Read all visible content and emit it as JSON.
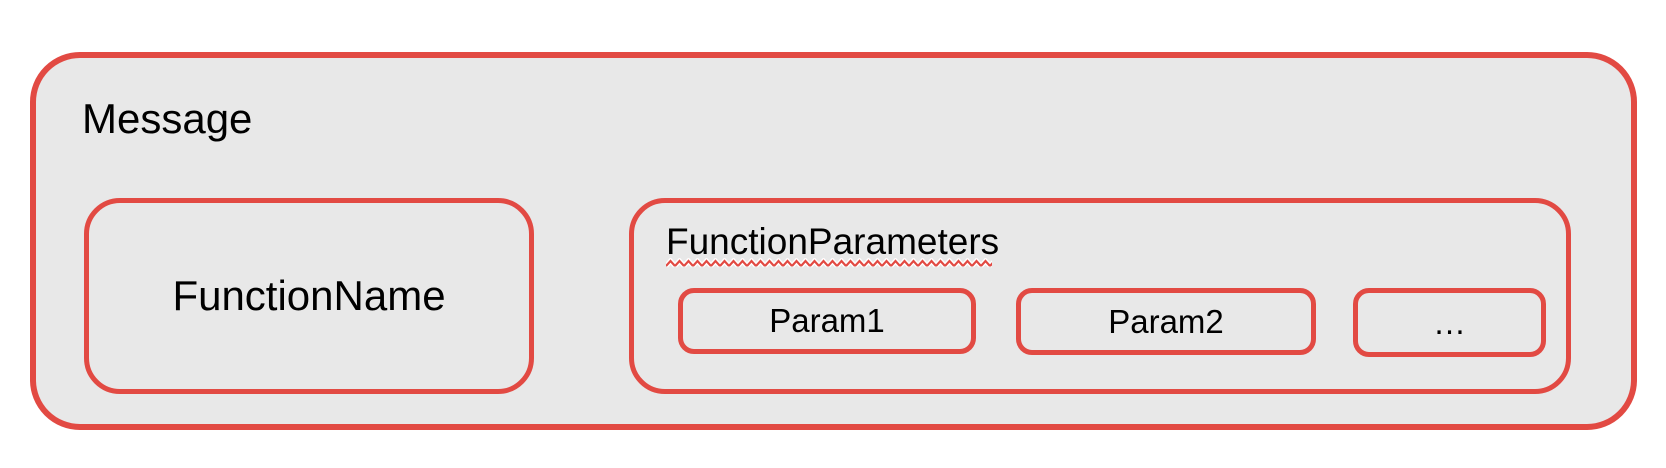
{
  "diagram": {
    "message_label": "Message",
    "function_name_label": "FunctionName",
    "function_parameters_label": "FunctionParameters",
    "function_parameters_misspelled": true,
    "params": [
      "Param1",
      "Param2",
      "…"
    ],
    "colors": {
      "border": "#e24a43",
      "fill": "#e8e8e8",
      "text": "#000000",
      "background": "#ffffff"
    }
  }
}
